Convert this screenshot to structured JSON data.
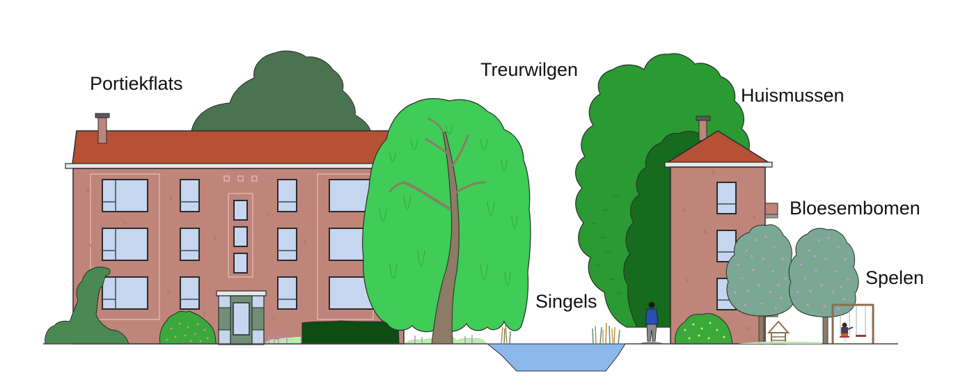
{
  "labels": {
    "portiekflats": "Portiekflats",
    "treurwilgen": "Treurwilgen",
    "huismussen": "Huismussen",
    "bloesembomen": "Bloesembomen",
    "singels": "Singels",
    "spelen": "Spelen"
  },
  "colors": {
    "background": "#ffffff",
    "brick": "#bf857a",
    "roof": "#b55236",
    "window": "#c5d6ee",
    "outline": "#2a2a2a",
    "cornice": "#e8e8e8",
    "chimney_cap": "#5a5a5a",
    "tree_dark_back": "#4a7350",
    "willow": "#3fcc57",
    "willow_trunk": "#8c7b65",
    "big_tree": "#2a9a33",
    "big_tree_inner": "#176b1e",
    "hedge": "#0d4d12",
    "shrub": "#3ba83c",
    "ivy": "#4a8a52",
    "door_frame": "#6f8f79",
    "blossom_tree": "#7ba894",
    "blossom_dots": "#c89ad8",
    "water": "#8cb8ec",
    "ground_grass": "#b8ecb0",
    "person_shirt": "#2a4fb0",
    "person_pants": "#8a8a8a",
    "swing_frame": "#8a6e4e"
  }
}
